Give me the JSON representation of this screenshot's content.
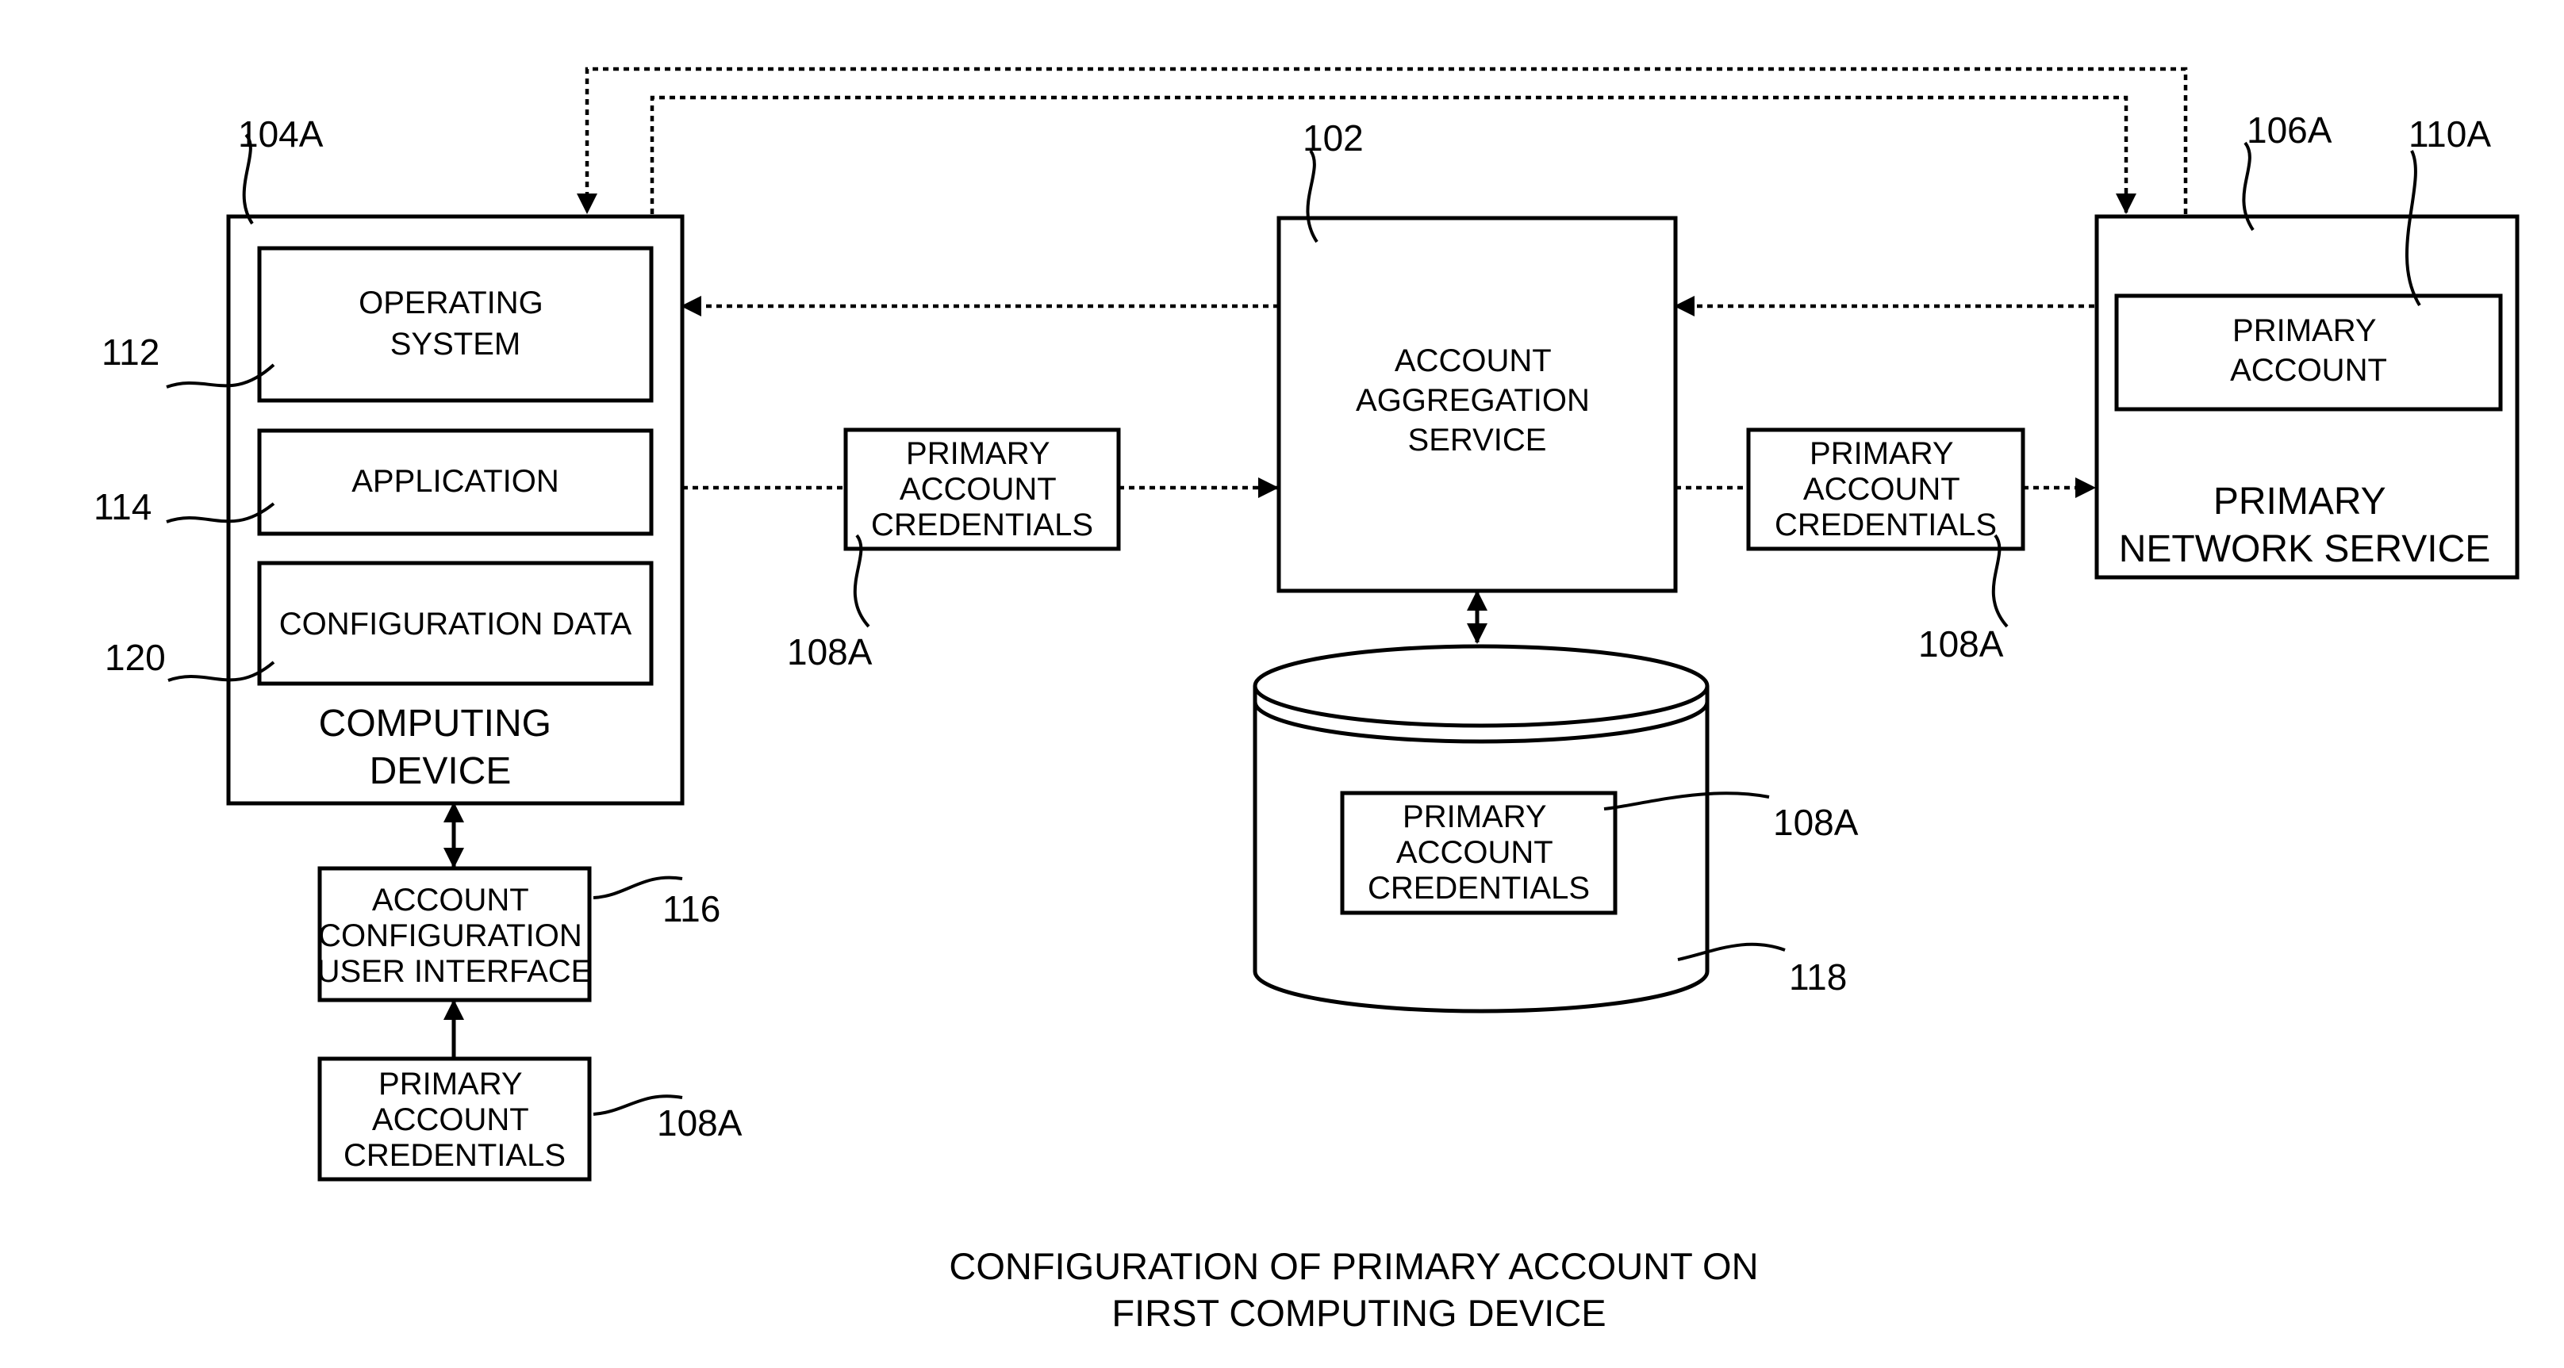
{
  "figure": {
    "caption": [
      "CONFIGURATION OF PRIMARY ACCOUNT ON",
      "FIRST COMPUTING DEVICE"
    ],
    "colors": {
      "line": "#000000",
      "background": "#ffffff"
    }
  },
  "computing_device": {
    "ref": "104A",
    "label": [
      "COMPUTING",
      "DEVICE"
    ],
    "operating_system": {
      "ref": "112",
      "label": [
        "OPERATING",
        "SYSTEM"
      ]
    },
    "application": {
      "ref": "114",
      "label": "APPLICATION"
    },
    "configuration_data": {
      "ref": "120",
      "label": "CONFIGURATION DATA"
    }
  },
  "account_config_ui": {
    "ref": "116",
    "label": [
      "ACCOUNT",
      "CONFIGURATION",
      "USER INTERFACE"
    ]
  },
  "credentials_input": {
    "ref": "108A",
    "label": [
      "PRIMARY",
      "ACCOUNT",
      "CREDENTIALS"
    ]
  },
  "credentials_left": {
    "ref": "108A",
    "label": [
      "PRIMARY",
      "ACCOUNT",
      "CREDENTIALS"
    ]
  },
  "aggregation_service": {
    "ref": "102",
    "label": [
      "ACCOUNT",
      "AGGREGATION",
      "SERVICE"
    ]
  },
  "credentials_right": {
    "ref": "108A",
    "label": [
      "PRIMARY",
      "ACCOUNT",
      "CREDENTIALS"
    ]
  },
  "network_service": {
    "ref": "106A",
    "label": [
      "PRIMARY",
      "NETWORK SERVICE"
    ],
    "primary_account": {
      "ref": "110A",
      "label": [
        "PRIMARY",
        "ACCOUNT"
      ]
    }
  },
  "data_store": {
    "ref": "118",
    "credentials": {
      "ref": "108A",
      "label": [
        "PRIMARY",
        "ACCOUNT",
        "CREDENTIALS"
      ]
    }
  }
}
